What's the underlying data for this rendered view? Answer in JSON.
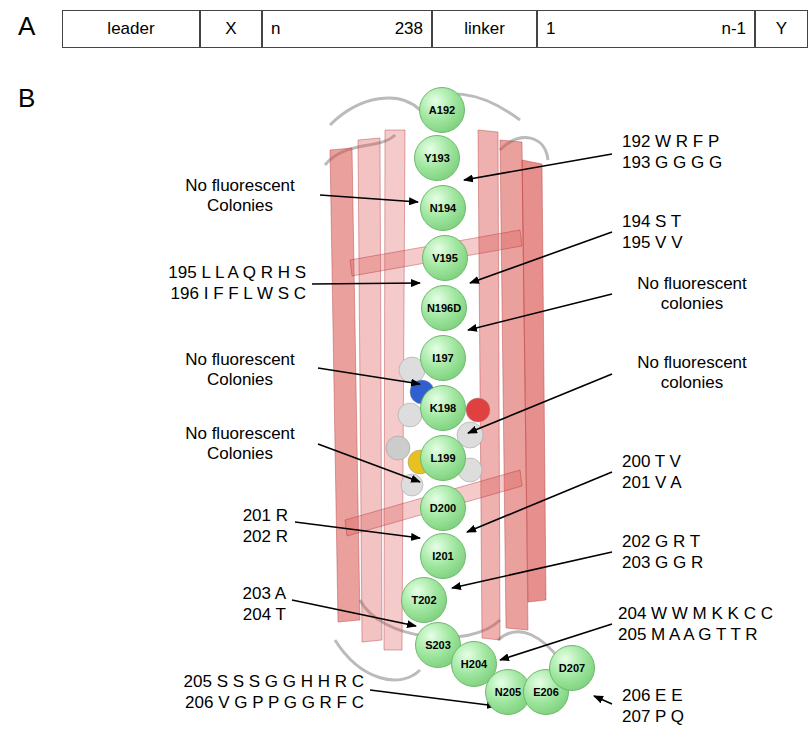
{
  "diagram": {
    "nodes": [
      {
        "text": [
          "leader"
        ]
      },
      {
        "text": [
          "X"
        ]
      },
      {
        "text": [
          "n",
          "238"
        ]
      },
      {
        "text": [
          "linker"
        ]
      },
      {
        "text": [
          "1",
          "n-1"
        ]
      },
      {
        "text": [
          "Y"
        ]
      },
      {
        "text": [
          "A192"
        ]
      },
      {
        "text": [
          "Y193"
        ]
      },
      {
        "text": [
          "N194"
        ]
      },
      {
        "text": [
          "V195"
        ]
      },
      {
        "text": [
          "N196D"
        ]
      },
      {
        "text": [
          "I197"
        ]
      },
      {
        "text": [
          "K198"
        ]
      },
      {
        "text": [
          "L199"
        ]
      },
      {
        "text": [
          "D200"
        ]
      },
      {
        "text": [
          "I201"
        ]
      },
      {
        "text": [
          "T202"
        ]
      },
      {
        "text": [
          "S203"
        ]
      },
      {
        "text": [
          "H204"
        ]
      },
      {
        "text": [
          "N205"
        ]
      },
      {
        "text": [
          "E206"
        ]
      },
      {
        "text": [
          "D207"
        ]
      }
    ],
    "labels": [
      "A",
      "B",
      "192 W R F P",
      "193 G G G G",
      "No fluorescent Colonies",
      "194 S T",
      "195 V V",
      "195 L L A Q R H S",
      "196 I F F L W S C",
      "No fluorescent colonies",
      "No fluorescent Colonies",
      "No fluorescent colonies",
      "No fluorescent Colonies",
      "200 T V",
      "201 V A",
      "201 R",
      "202 R",
      "202 G R T",
      "203 G G R",
      "203 A",
      "204 T",
      "204 W W M K K C C",
      "205 M A A G T T R",
      "205 S S S G G H H R C",
      "206 V G P P G G R F C",
      "206 E E",
      "207 P Q"
    ]
  }
}
